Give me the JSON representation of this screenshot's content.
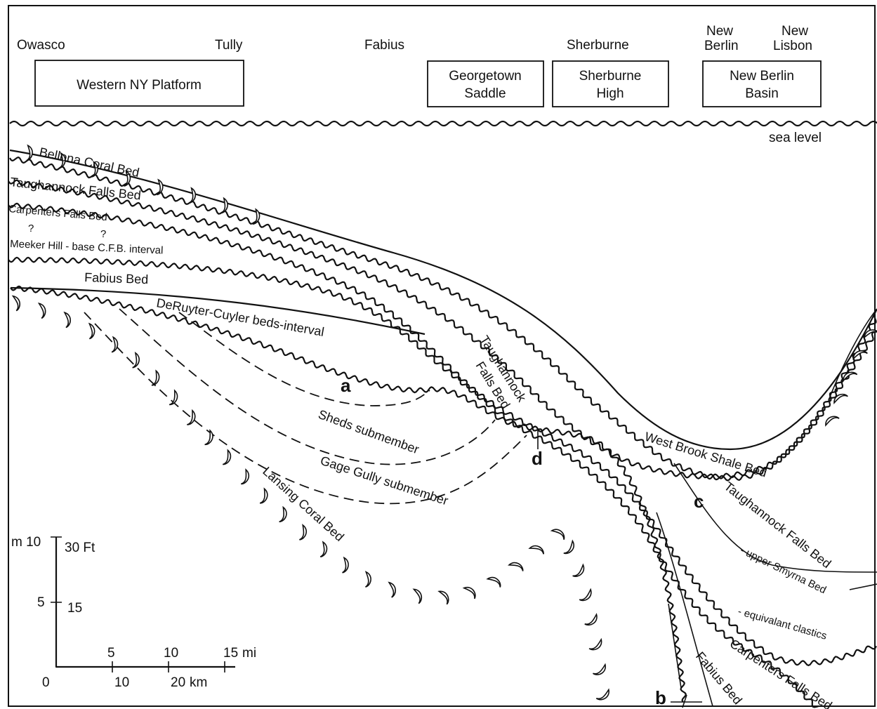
{
  "localities": [
    "Owasco",
    "Tully",
    "Fabius",
    "Sherburne",
    "New Berlin",
    "New Lisbon"
  ],
  "regions": [
    "Western NY Platform",
    "Georgetown Saddle",
    "Sherburne High",
    "New Berlin Basin"
  ],
  "sea_level": "sea level",
  "beds": {
    "bellona": "Bellona Coral Bed",
    "taughannock": "Taughannock Falls Bed",
    "carpenters": "Carpenters Falls Bed",
    "meeker": "Meeker Hill - base C.F.B. interval",
    "question": "?",
    "fabius": "Fabius Bed",
    "deruyter": "DeRuyter-Cuyler beds-interval",
    "taughannock_mid_1": "Taughannock",
    "taughannock_mid_2": "Falls Bed",
    "sheds": "Sheds submember",
    "gage": "Gage Gully submember",
    "lansing": "Lansing Coral Bed",
    "west_brook": "West Brook Shale Bed",
    "taughannock_right": "Taughannock Falls Bed",
    "upper_smyrna": "- upper Smyrna Bed",
    "equiv_clastics": "- equivalant clastics",
    "carpenters_right": "Carpenters Falls Bed",
    "fabius_right": "Fabius Bed"
  },
  "markers": [
    "a",
    "b",
    "c",
    "d"
  ],
  "scale": {
    "m_label": "m 10",
    "ft30": "30 Ft",
    "m5": "5",
    "ft15": "15",
    "zero": "0",
    "mi5": "5",
    "mi10": "10",
    "mi15": "15",
    "mi_unit": "mi",
    "km10": "10",
    "km20": "20",
    "km_unit": "km"
  }
}
